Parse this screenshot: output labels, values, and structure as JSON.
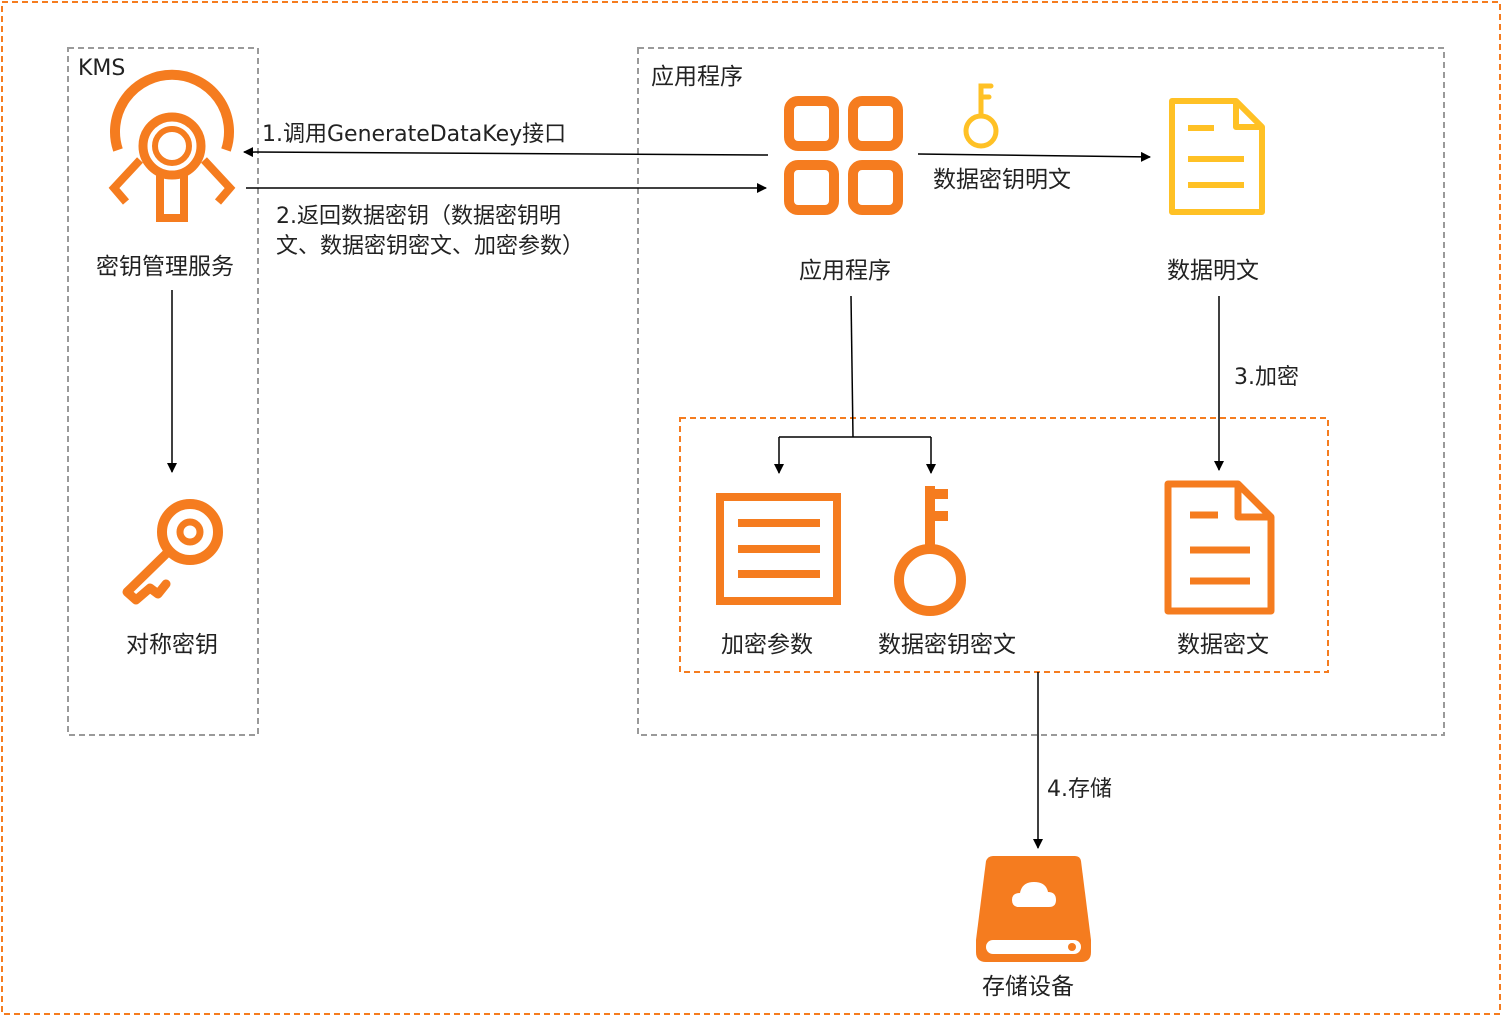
{
  "colors": {
    "orange": "#F57C1F",
    "yellow": "#FFC125",
    "frame_orange": "#F57C1F",
    "group_gray": "#9A9A9A",
    "arrow": "#000000"
  },
  "groups": {
    "kms_title": "KMS",
    "app_title": "应用程序"
  },
  "nodes": {
    "kms_service": "密钥管理服务",
    "symmetric_key": "对称密钥",
    "application": "应用程序",
    "plaintext_key": "数据密钥明文",
    "data_plaintext": "数据明文",
    "encryption_params": "加密参数",
    "encrypted_key": "数据密钥密文",
    "data_ciphertext": "数据密文",
    "storage_device": "存储设备"
  },
  "icons": {
    "kms": "kms-key-icon",
    "symmetric_key": "key-icon",
    "application": "app-grid-icon",
    "plaintext_key": "small-key-icon",
    "data_plaintext": "document-icon",
    "encryption_params": "list-icon",
    "encrypted_key": "key-icon",
    "data_ciphertext": "document-icon",
    "storage": "cloud-storage-icon"
  },
  "edges": {
    "step1": "1.调用GenerateDataKey接口",
    "step2_line1": "2.返回数据密钥（数据密钥明",
    "step2_line2": "文、数据密钥密文、加密参数）",
    "step3": "3.加密",
    "step4": "4.存储"
  }
}
